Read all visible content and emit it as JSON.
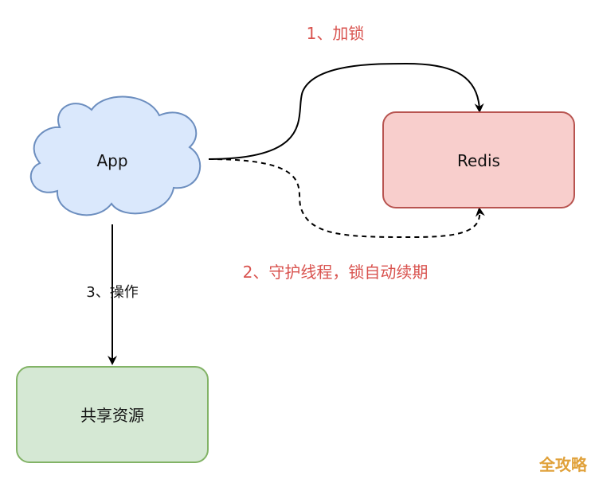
{
  "nodes": {
    "app": {
      "label": "App",
      "fill": "#dae8fc",
      "stroke": "#6c8ebf"
    },
    "redis": {
      "label": "Redis",
      "fill": "#f8cecc",
      "stroke": "#b85450"
    },
    "shared": {
      "label": "共享资源",
      "fill": "#d5e8d4",
      "stroke": "#82b366"
    }
  },
  "edges": {
    "lock": {
      "label": "1、加锁",
      "style": "solid"
    },
    "renew": {
      "label": "2、守护线程，锁自动续期",
      "style": "dashed"
    },
    "operate": {
      "label": "3、操作",
      "style": "solid"
    }
  },
  "colors": {
    "edge_label": "#d9534f",
    "watermark": "#e0a13a"
  },
  "watermark": {
    "text": "全攻略"
  }
}
